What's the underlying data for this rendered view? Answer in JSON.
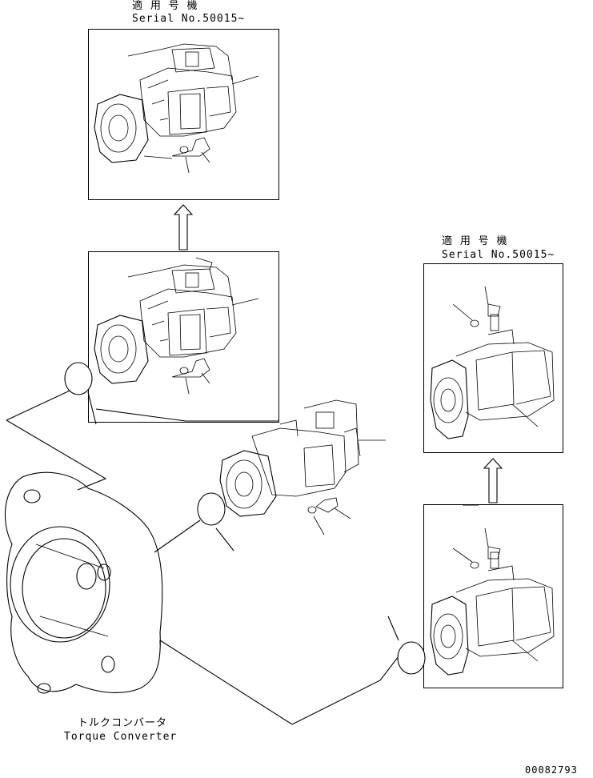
{
  "labels": {
    "applicable_jp_top": "適 用 号 機",
    "serial_top": "Serial No.50015~",
    "applicable_jp_right": "適 用 号 機",
    "serial_right": "Serial No.50015~",
    "converter_jp": "トルクコンバータ",
    "converter_en": "Torque Converter",
    "drawing_number": "00082793"
  }
}
